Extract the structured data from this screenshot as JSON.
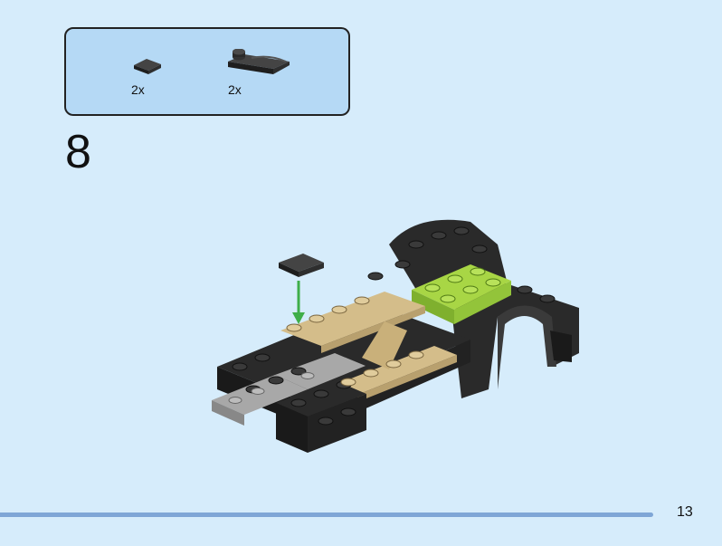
{
  "page": {
    "step_number": "8",
    "page_number": "13",
    "background_color": "#d6ecfb",
    "parts_box_color": "#b5d9f5",
    "footer_line_color": "#7fa6d6"
  },
  "parts_list": [
    {
      "name": "dark-tile-1x1-icon",
      "quantity": "2x"
    },
    {
      "name": "dark-curved-slope-icon",
      "quantity": "2x"
    }
  ],
  "model": {
    "icon": "vehicle-chassis-assembly-icon",
    "arrow_color": "#3fae49",
    "colors": {
      "black": "#2a2a2a",
      "tan": "#d4bd8a",
      "lime": "#a8d645",
      "gray": "#a8a8a8"
    }
  }
}
